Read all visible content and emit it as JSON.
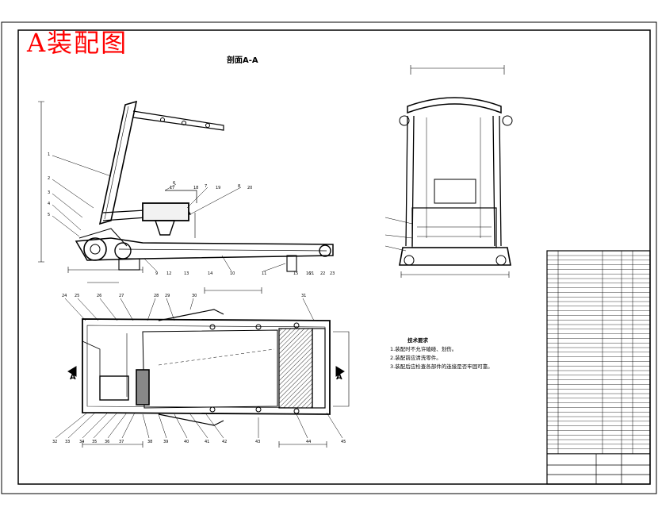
{
  "title": "A装配图",
  "section_label": "剖面A-A",
  "view_marker": "A",
  "tech_notes": {
    "heading": "技术要求",
    "lines": [
      "1.装配时不允许磕碰、划伤。",
      "2.装配前应清洗零件。",
      "3.装配后应检查各部件的连接是否牢固可靠。"
    ]
  },
  "colors": {
    "title": "#ff0000",
    "line": "#000000",
    "background": "#ffffff"
  },
  "callouts_side": [
    "1",
    "2",
    "3",
    "4",
    "5",
    "6",
    "7",
    "8",
    "9",
    "10",
    "11",
    "12",
    "13",
    "14",
    "15",
    "16",
    "17",
    "18",
    "19",
    "20",
    "21",
    "22",
    "23"
  ],
  "callouts_plan": [
    "24",
    "25",
    "26",
    "27",
    "28",
    "29",
    "30",
    "31",
    "32",
    "33",
    "34",
    "35",
    "36",
    "37",
    "38",
    "39",
    "40",
    "41",
    "42",
    "43",
    "44",
    "45"
  ]
}
